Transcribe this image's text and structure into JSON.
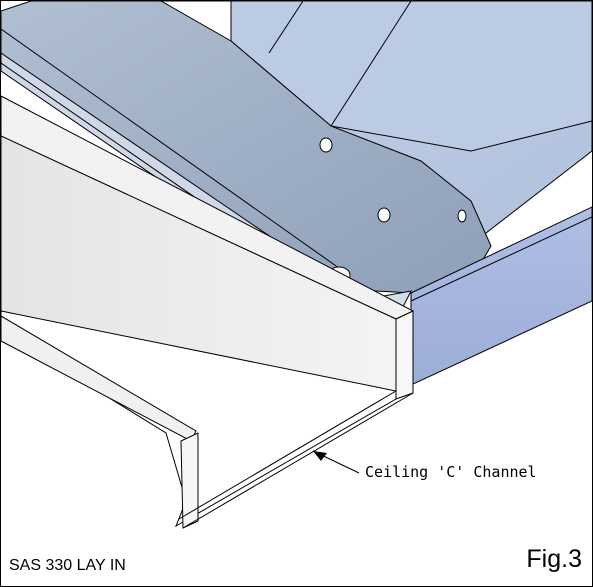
{
  "callout": {
    "label": "Ceiling 'C' Channel"
  },
  "caption": {
    "model": "SAS 330 LAY IN",
    "figure": "Fig.3"
  },
  "colors": {
    "panel_top": "#b5c6e0",
    "panel_shade": "#9aacc6",
    "panel_edge": "#a3b3de",
    "channel_fill": "#f3f3f3",
    "channel_shade": "#e8e8e8",
    "line": "#000000"
  }
}
